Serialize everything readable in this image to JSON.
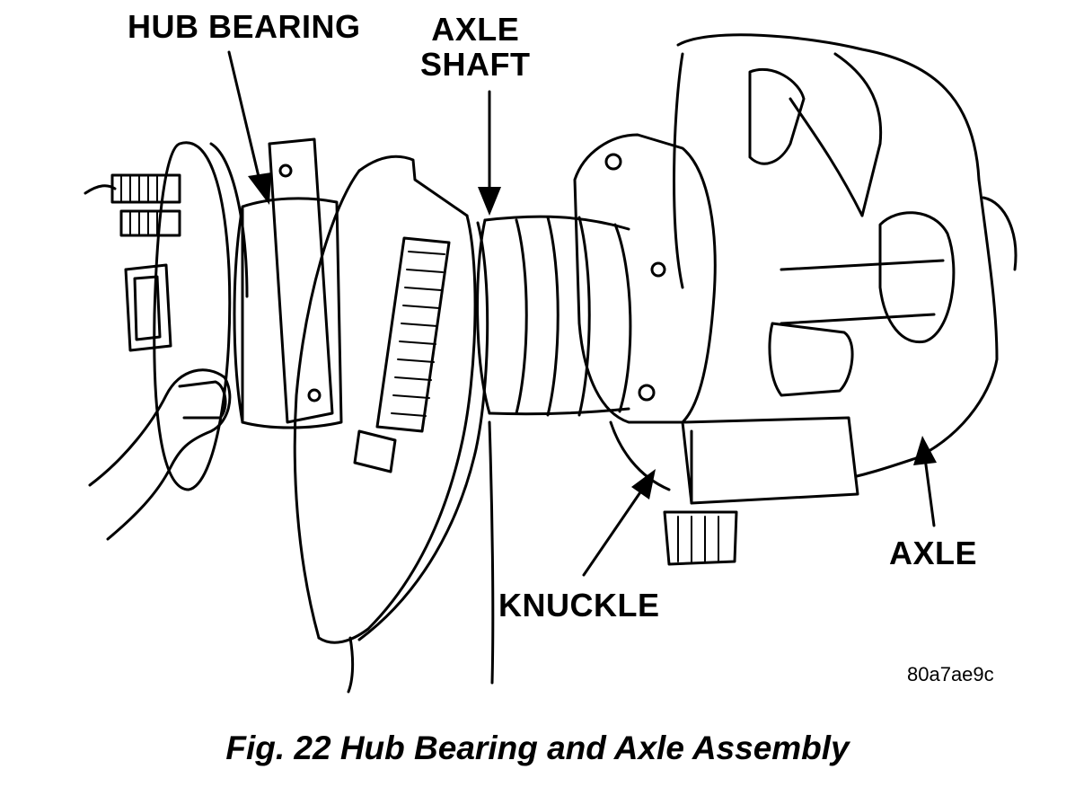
{
  "labels": {
    "hub_bearing": "HUB BEARING",
    "axle_shaft_line1": "AXLE",
    "axle_shaft_line2": "SHAFT",
    "axle": "AXLE",
    "knuckle": "KNUCKLE"
  },
  "figure_code": "80a7ae9c",
  "caption": "Fig. 22 Hub Bearing and Axle Assembly"
}
